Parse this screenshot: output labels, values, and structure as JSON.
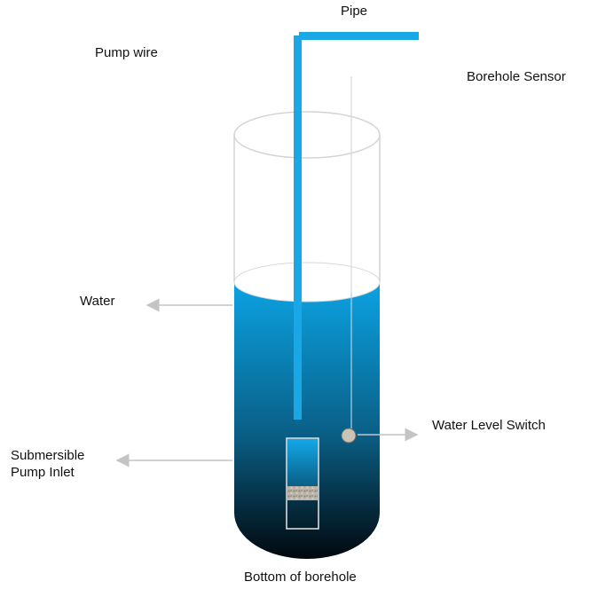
{
  "labels": {
    "pipe": "Pipe",
    "pump_wire": "Pump wire",
    "borehole_sensor": "Borehole Sensor",
    "water": "Water",
    "water_level_switch": "Water Level Switch",
    "pump_inlet_line1": "Submersible",
    "pump_inlet_line2": "Pump Inlet",
    "bottom": "Bottom of borehole"
  },
  "colors": {
    "pipe": "#1aa7e6",
    "water_top": "#0ba3e3",
    "water_bottom": "#02080d",
    "outline": "#d4d4d4",
    "arrow": "#c4c4c4",
    "text": "#111111"
  }
}
